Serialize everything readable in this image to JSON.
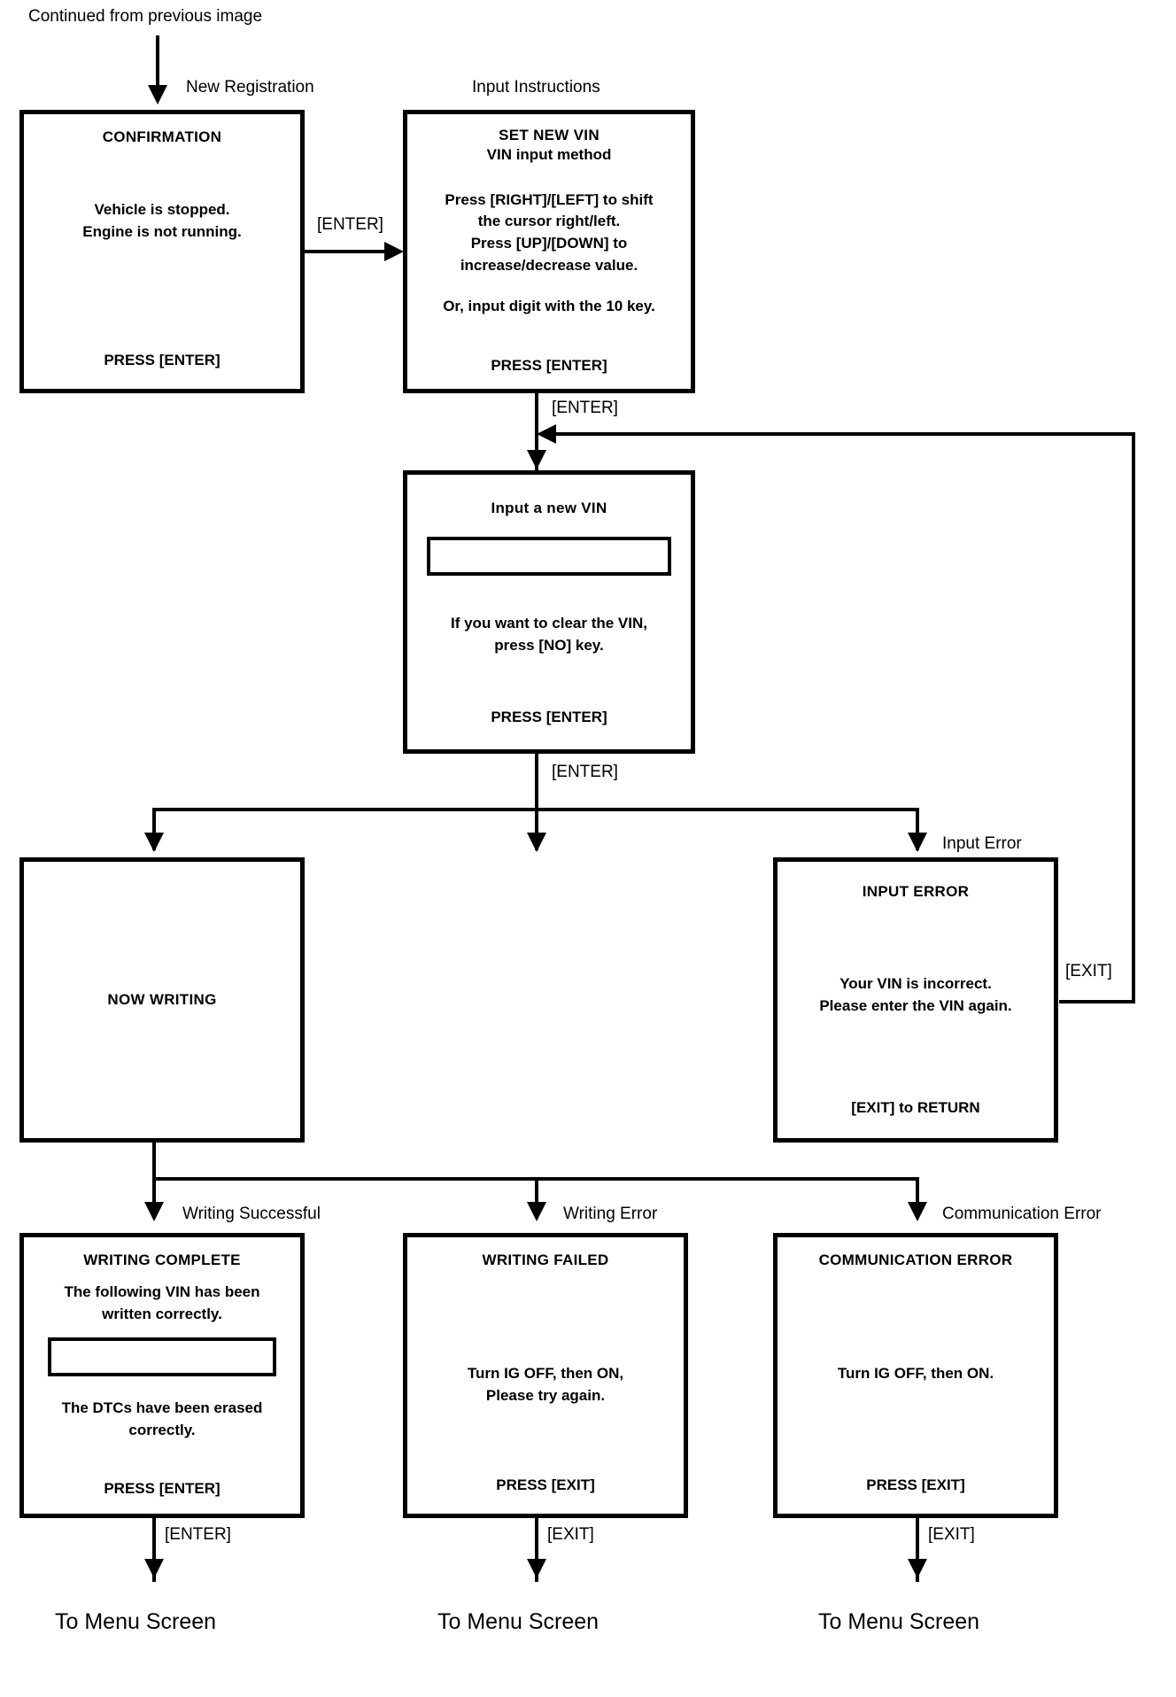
{
  "diagram": {
    "type": "flowchart",
    "title_note": "Continued from previous image",
    "entry_caption": "Continued from previous image"
  },
  "captions": {
    "new_registration": "New Registration",
    "input_instructions": "Input Instructions",
    "input_error": "Input Error",
    "writing_successful": "Writing Successful",
    "writing_error": "Writing Error",
    "communication_error": "Communication Error"
  },
  "edge_labels": {
    "enter_1": "[ENTER]",
    "enter_2": "[ENTER]",
    "enter_3": "[ENTER]",
    "exit_return": "[EXIT]",
    "enter_complete": "[ENTER]",
    "exit_failed": "[EXIT]",
    "exit_comm": "[EXIT]"
  },
  "terminals": {
    "menu_1": "To Menu Screen",
    "menu_2": "To Menu Screen",
    "menu_3": "To Menu Screen"
  },
  "screens": {
    "confirmation": {
      "title": "CONFIRMATION",
      "body_line_1": "Vehicle is stopped.",
      "body_line_2": "Engine is not running.",
      "footer": "PRESS [ENTER]"
    },
    "set_new_vin": {
      "title": "SET NEW VIN",
      "subtitle": "VIN input method",
      "body_line_1": "Press [RIGHT]/[LEFT] to shift",
      "body_line_2": "the cursor right/left.",
      "body_line_3": "Press [UP]/[DOWN] to",
      "body_line_4": "increase/decrease value.",
      "body_line_5": "Or, input digit with the 10 key.",
      "footer": "PRESS [ENTER]"
    },
    "input_vin": {
      "title": "Input a new VIN",
      "field_value": "",
      "body_line_1": "If you want to clear the VIN,",
      "body_line_2": "press [NO] key.",
      "footer": "PRESS [ENTER]"
    },
    "now_writing": {
      "title": "NOW WRITING"
    },
    "input_error": {
      "title": "INPUT ERROR",
      "body_line_1": "Your VIN is incorrect.",
      "body_line_2": "Please enter the VIN again.",
      "footer": "[EXIT] to RETURN"
    },
    "writing_complete": {
      "title": "WRITING COMPLETE",
      "body_line_1": "The following VIN has been",
      "body_line_2": "written correctly.",
      "field_value": "",
      "body_line_3": "The DTCs have been erased",
      "body_line_4": "correctly.",
      "footer": "PRESS [ENTER]"
    },
    "writing_failed": {
      "title": "WRITING FAILED",
      "body_line_1": "Turn IG OFF, then ON,",
      "body_line_2": "Please try again.",
      "footer": "PRESS [EXIT]"
    },
    "communication_error": {
      "title": "COMMUNICATION ERROR",
      "body_line_1": "Turn IG OFF, then ON.",
      "footer": "PRESS [EXIT]"
    }
  }
}
